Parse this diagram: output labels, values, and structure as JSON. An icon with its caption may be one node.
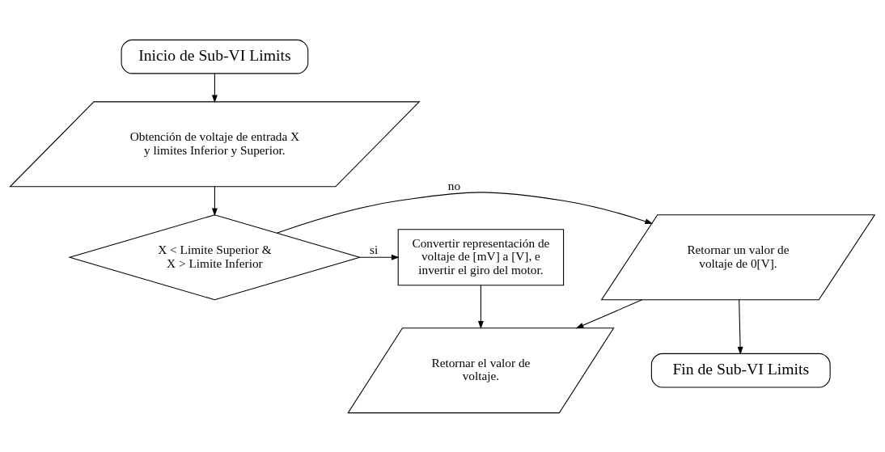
{
  "diagram": {
    "nodes": [
      {
        "text": [
          "Inicio de Sub-VI Limits"
        ]
      },
      {
        "text": [
          "Obtención de voltaje de entrada X y limites Inferior y Superior."
        ]
      },
      {
        "text": [
          "X < Limite Superior & X > Limite Inferior"
        ]
      },
      {
        "text": [
          "Retornar un valor de voltaje de 0[V]."
        ]
      },
      {
        "text": [
          "Convertir representación de voltaje de [mV] a [V], e invertir el giro del motor."
        ]
      },
      {
        "text": [
          "Retornar el valor de voltaje."
        ]
      },
      {
        "text": [
          "Fin de Sub-VI Limits"
        ]
      }
    ],
    "edges": [
      {
        "from": 0,
        "to": 1,
        "arrow": "to"
      },
      {
        "from": 1,
        "to": 2,
        "arrow": "to"
      },
      {
        "from": 2,
        "to": 3,
        "arrow": "to",
        "label": "no"
      },
      {
        "from": 2,
        "to": 4,
        "arrow": "to",
        "label": "si"
      },
      {
        "from": 4,
        "to": 5,
        "arrow": "to"
      },
      {
        "from": 3,
        "to": 5,
        "arrow": "to"
      },
      {
        "from": 3,
        "to": 6,
        "arrow": "to"
      }
    ]
  }
}
